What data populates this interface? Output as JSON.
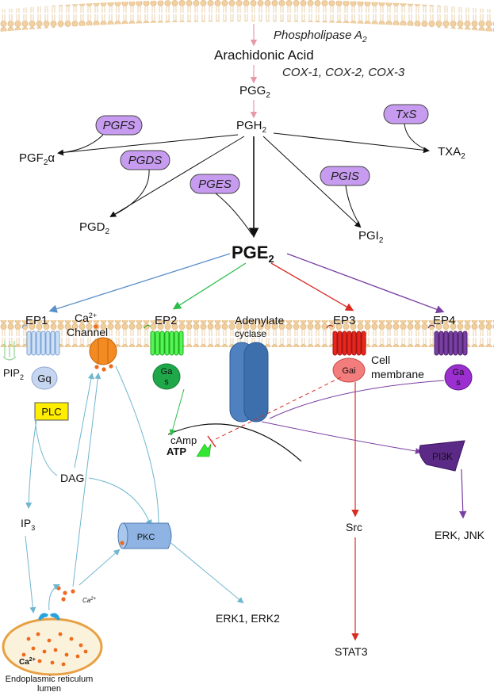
{
  "diagram": {
    "enzymes": {
      "phospholipase": "Phospholipase A",
      "phospholipase_sub": "2",
      "cox": "COX-1, COX-2, COX-3",
      "pgfs": "PGFS",
      "txs": "TxS",
      "pgds": "PGDS",
      "pges": "PGES",
      "pgis": "PGIS"
    },
    "metabolites": {
      "arachidonic": "Arachidonic Acid",
      "pgg": "PGG",
      "pgg_sub": "2",
      "pgh": "PGH",
      "pgh_sub": "2",
      "pgf": "PGF",
      "pgf_sub": "2",
      "pgf_alpha": "α",
      "txa": "TXA",
      "txa_sub": "2",
      "pgd": "PGD",
      "pgd_sub": "2",
      "pgi": "PGI",
      "pgi_sub": "2",
      "pge": "PGE",
      "pge_sub": "2"
    },
    "receptors": {
      "ep1": "EP1",
      "ep2": "EP2",
      "ep3": "EP3",
      "ep4": "EP4",
      "ca_channel_line1": "Ca",
      "ca_channel_sup": "2+",
      "ca_channel_line2": "Channel",
      "adenylate_line1": "Adenylate",
      "adenylate_line2": "cyclase",
      "cell_membrane_line1": "Cell",
      "cell_membrane_line2": "membrane"
    },
    "proteins": {
      "gq": "Gq",
      "gas2_top": "Ga",
      "gas2_bottom": "s",
      "gai": "Gai",
      "gas4_top": "Ga",
      "gas4_bottom": "s",
      "pip": "PIP",
      "pip_sub": "2",
      "plc": "PLC",
      "pi3k": "PI3K",
      "pkc": "PKC"
    },
    "signals": {
      "camp": "cAmp",
      "atp": "ATP",
      "dag": "DAG",
      "ip3": "IP",
      "ip3_sub": "3",
      "ca_free": "Ca",
      "ca_free_sup": "2+",
      "erk12": "ERK1, ERK2",
      "src": "Src",
      "stat3": "STAT3",
      "erk_jnk": "ERK, JNK"
    },
    "er": {
      "ca": "Ca",
      "ca_sup": "2+",
      "label_line1": "Endoplasmic reticulum",
      "label_line2": "lumen"
    },
    "colors": {
      "ep1": "#8fb4e3",
      "ep2": "#33e633",
      "ep3": "#e8261e",
      "ep4": "#7a3fa3",
      "enzyme_fill": "#c79bf0",
      "pathway_blue": "#7ec3d8",
      "plc_fill": "#ffee00",
      "adenylate": "#3d6fad",
      "pi3k": "#5b2a86",
      "ca_dot": "#ee6a1f",
      "membrane": "#e9c79a"
    }
  }
}
